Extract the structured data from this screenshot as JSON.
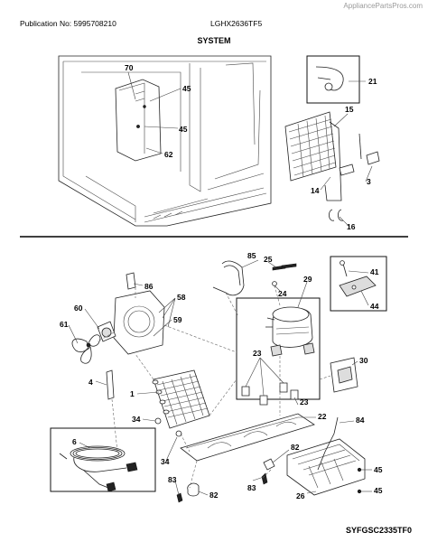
{
  "header": {
    "watermark": "AppliancePartsPros.com",
    "publication": "Publication No: 5995708210",
    "model": "LGHX2636TF5",
    "section_title": "SYSTEM"
  },
  "footer": {
    "diagram_code": "SYFGSC2335TF0"
  },
  "callouts": {
    "p70": "70",
    "p45a": "45",
    "p45b": "45",
    "p62": "62",
    "p21": "21",
    "p15": "15",
    "p3": "3",
    "p14": "14",
    "p16": "16",
    "p85": "85",
    "p25": "25",
    "p24": "24",
    "p29": "29",
    "p41": "41",
    "p44": "44",
    "p86": "86",
    "p58": "58",
    "p59": "59",
    "p60": "60",
    "p61": "61",
    "p4": "4",
    "p1": "1",
    "p34a": "34",
    "p34b": "34",
    "p23a": "23",
    "p23b": "23",
    "p30": "30",
    "p22": "22",
    "p84": "84",
    "p6": "6",
    "p82a": "82",
    "p82b": "82",
    "p83a": "83",
    "p83b": "83",
    "p26": "26",
    "p45c": "45",
    "p45d": "45"
  }
}
